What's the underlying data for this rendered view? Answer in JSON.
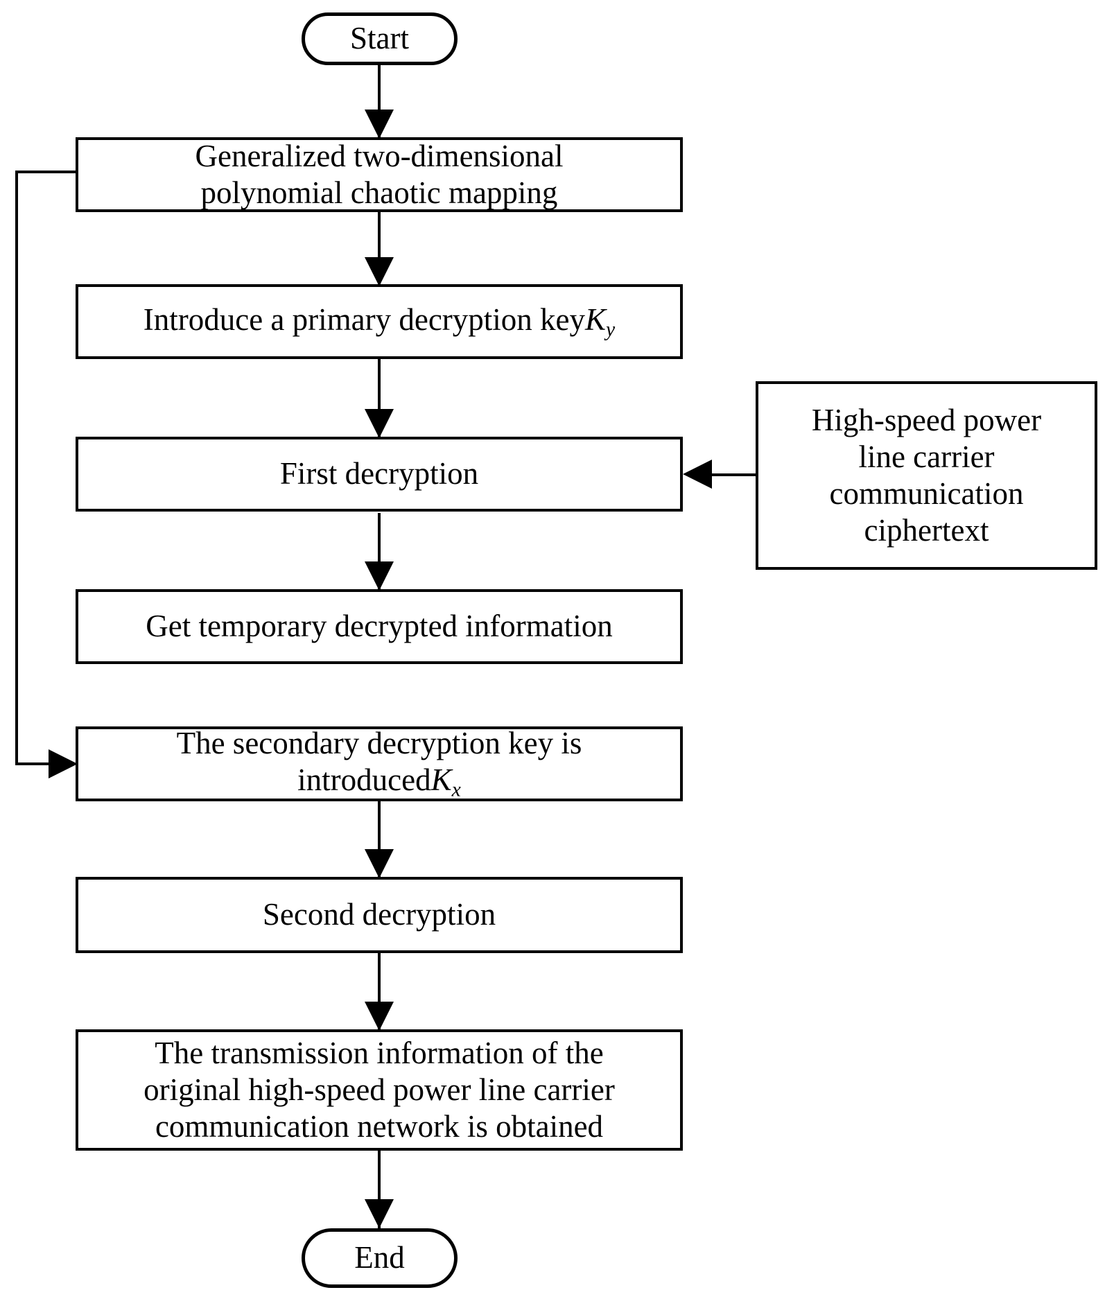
{
  "diagram": {
    "title": "Decryption process flowchart",
    "background_color": "#ffffff",
    "stroke_color": "#000000",
    "nodes": {
      "start": {
        "label": "Start",
        "shape": "terminal"
      },
      "chaotic_mapping": {
        "label": "Generalized two-dimensional\npolynomial chaotic mapping",
        "shape": "process"
      },
      "primary_key": {
        "label_prefix": "Introduce a primary decryption key",
        "key_symbol": "K",
        "key_subscript": "y",
        "shape": "process"
      },
      "first_decryption": {
        "label": "First decryption",
        "shape": "process"
      },
      "temporary_info": {
        "label": "Get temporary decrypted information",
        "shape": "process"
      },
      "secondary_key": {
        "label_line1": "The secondary decryption key is",
        "label_prefix2": "introduced",
        "key_symbol": "K",
        "key_subscript": "x",
        "shape": "process"
      },
      "second_decryption": {
        "label": "Second decryption",
        "shape": "process"
      },
      "original_info": {
        "label": "The transmission information of the\noriginal high-speed power line carrier\ncommunication network is obtained",
        "shape": "process"
      },
      "end": {
        "label": "End",
        "shape": "terminal"
      },
      "ciphertext_input": {
        "label": "High-speed power\nline carrier\ncommunication\nciphertext",
        "shape": "process"
      }
    },
    "edges": [
      {
        "from": "start",
        "to": "chaotic_mapping",
        "type": "vertical-arrow"
      },
      {
        "from": "chaotic_mapping",
        "to": "primary_key",
        "type": "vertical-arrow"
      },
      {
        "from": "primary_key",
        "to": "first_decryption",
        "type": "vertical-arrow"
      },
      {
        "from": "ciphertext_input",
        "to": "first_decryption",
        "type": "horizontal-arrow-left"
      },
      {
        "from": "first_decryption",
        "to": "temporary_info",
        "type": "vertical-arrow"
      },
      {
        "from": "chaotic_mapping",
        "to": "secondary_key",
        "type": "feedback-left-loop"
      },
      {
        "from": "secondary_key",
        "to": "second_decryption",
        "type": "vertical-arrow"
      },
      {
        "from": "second_decryption",
        "to": "original_info",
        "type": "vertical-arrow"
      },
      {
        "from": "original_info",
        "to": "end",
        "type": "vertical-arrow"
      }
    ]
  }
}
